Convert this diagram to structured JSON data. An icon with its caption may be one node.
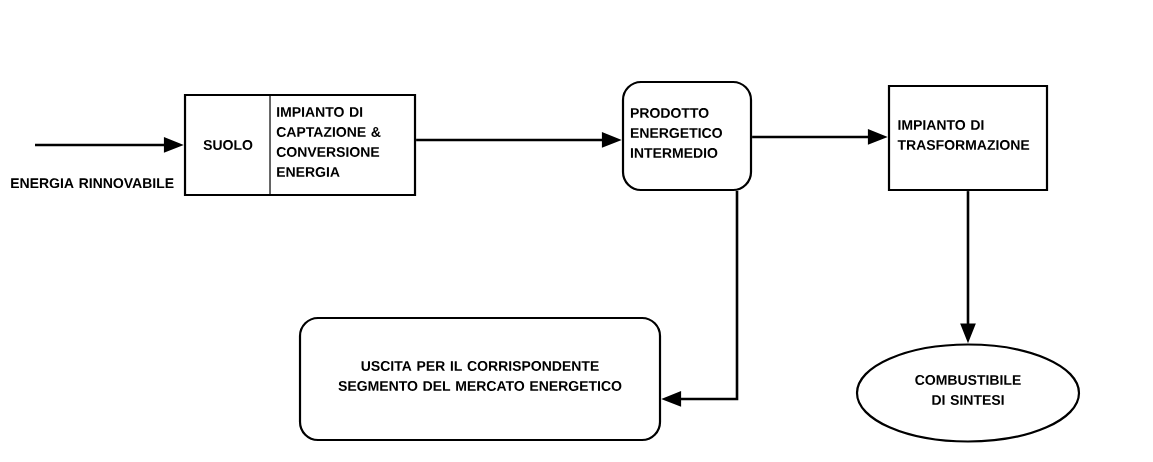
{
  "diagram": {
    "nodes": [
      {
        "text": [
          "SUOLO",
          "IMPIANTO DI CAPTAZIONE & CONVERSIONE ENERGIA"
        ]
      },
      {
        "text": [
          "PRODOTTO ENERGETICO INTERMEDIO"
        ]
      },
      {
        "text": [
          "IMPIANTO DI TRASFORMAZIONE"
        ]
      },
      {
        "text": [
          "USCITA PER IL CORRISPONDENTE SEGMENTO DEL MERCATO ENERGETICO"
        ]
      },
      {
        "text": [
          "COMBUSTIBILE DI SINTESI"
        ]
      }
    ],
    "edges": [
      {
        "from": null,
        "to": 0,
        "arrow": "to"
      },
      {
        "from": 0,
        "to": 1,
        "arrow": "to"
      },
      {
        "from": 1,
        "to": 2,
        "arrow": "to"
      },
      {
        "from": 1,
        "to": 3,
        "arrow": "to"
      },
      {
        "from": 2,
        "to": 4,
        "arrow": "to"
      }
    ],
    "labels": [
      "ENERGIA RINNOVABILE"
    ]
  }
}
